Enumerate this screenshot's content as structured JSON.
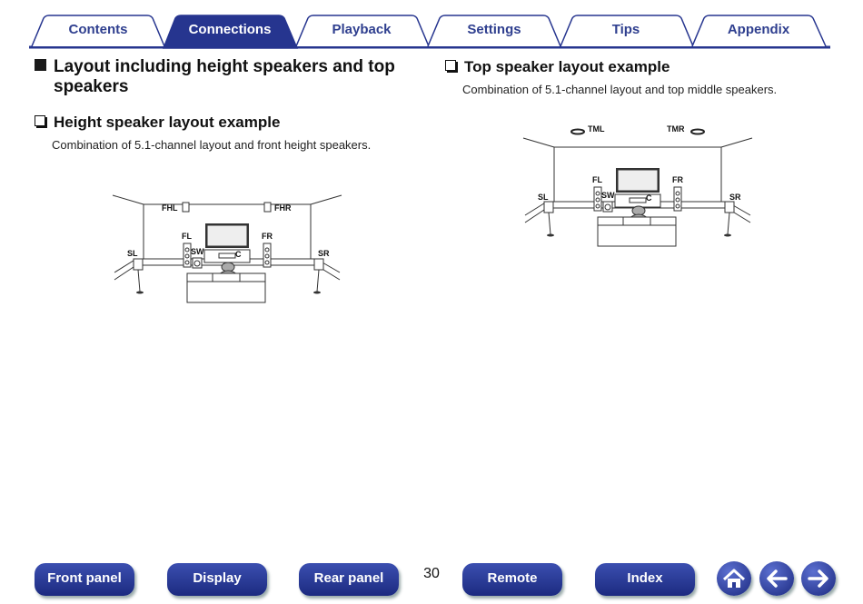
{
  "tabs": [
    {
      "label": "Contents",
      "active": false
    },
    {
      "label": "Connections",
      "active": true
    },
    {
      "label": "Playback",
      "active": false
    },
    {
      "label": "Settings",
      "active": false
    },
    {
      "label": "Tips",
      "active": false
    },
    {
      "label": "Appendix",
      "active": false
    }
  ],
  "section_title": "Layout including height speakers and top speakers",
  "height_example": {
    "title": "Height speaker layout example",
    "description": "Combination of 5.1-channel layout and front height speakers.",
    "labels": {
      "fhl": "FHL",
      "fhr": "FHR",
      "fl": "FL",
      "fr": "FR",
      "sl": "SL",
      "sr": "SR",
      "sw": "SW",
      "c": "C"
    }
  },
  "top_example": {
    "title": "Top speaker layout example",
    "description": "Combination of 5.1-channel layout and top middle speakers.",
    "labels": {
      "tml": "TML",
      "tmr": "TMR",
      "fl": "FL",
      "fr": "FR",
      "sl": "SL",
      "sr": "SR",
      "sw": "SW",
      "c": "C"
    }
  },
  "bottom_nav": {
    "front_panel": "Front panel",
    "display": "Display",
    "rear_panel": "Rear panel",
    "remote": "Remote",
    "index": "Index",
    "page_number": "30"
  },
  "colors": {
    "accent": "#26358f",
    "tab_text": "#2f3f8f",
    "tab_border": "#26358f"
  }
}
